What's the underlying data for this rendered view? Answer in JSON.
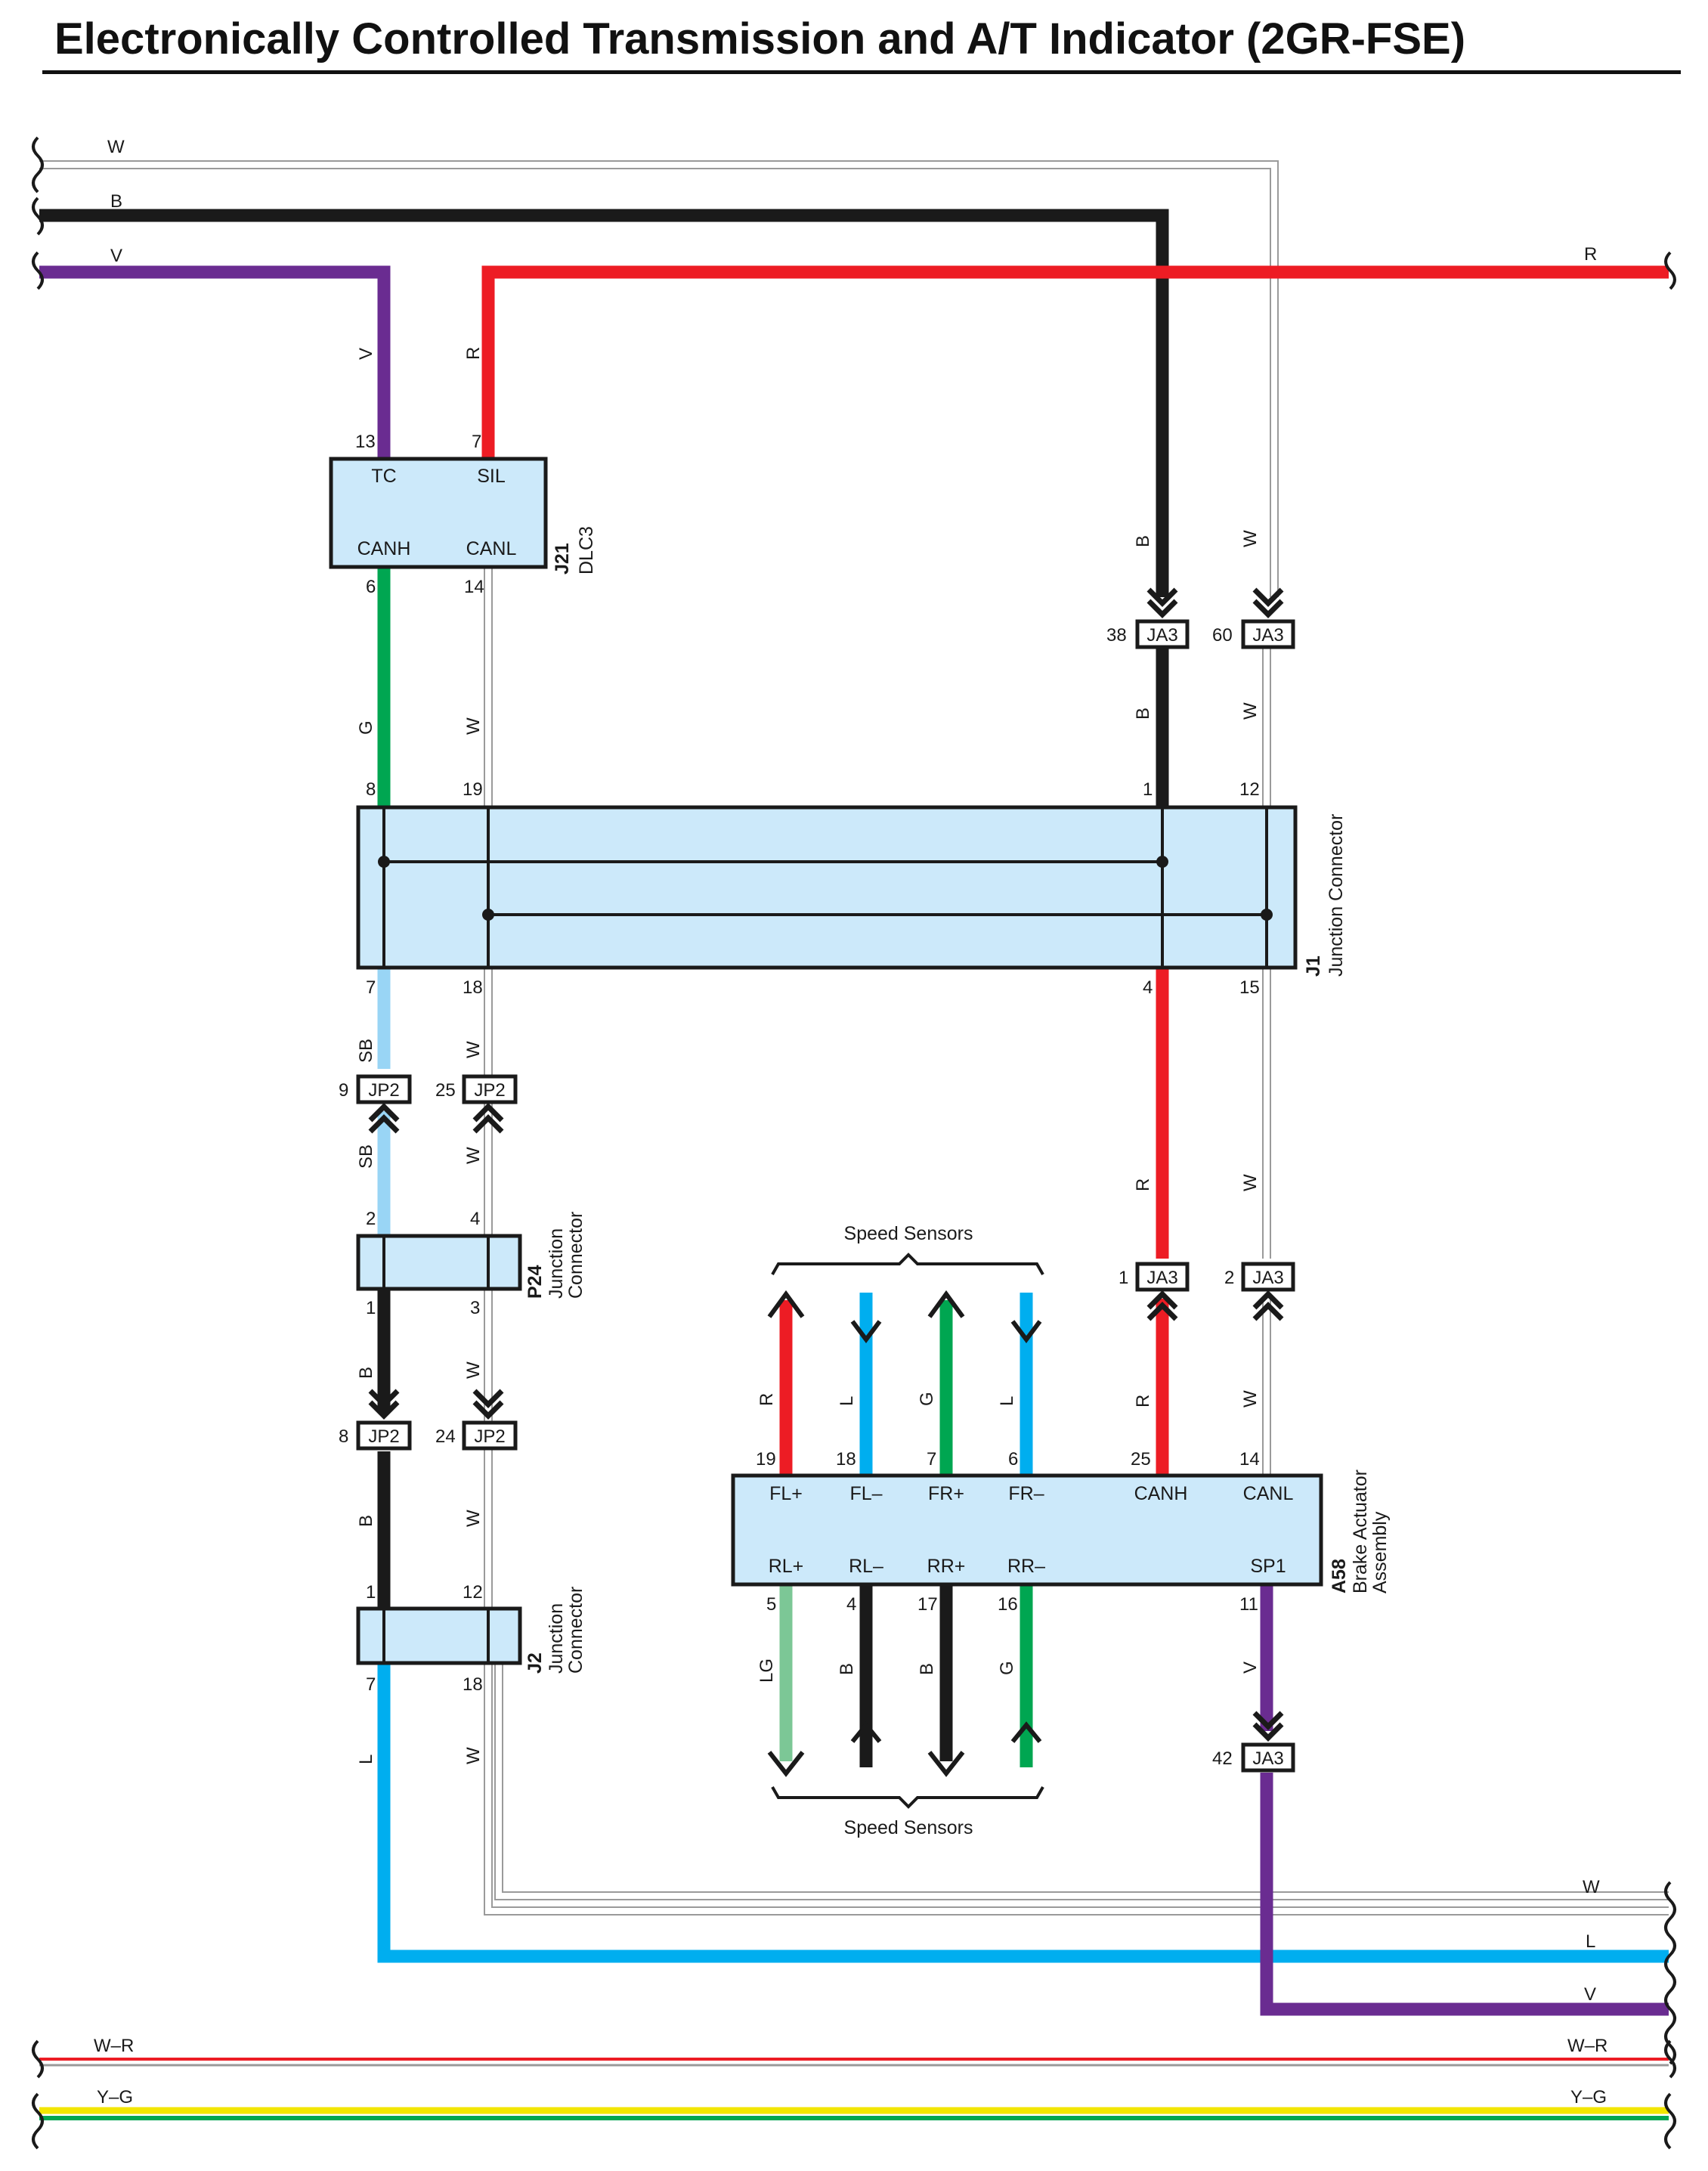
{
  "title": "Electronically Controlled Transmission and A/T Indicator (2GR-FSE)",
  "colors": {
    "W": "#d9d9d9",
    "B": "#1a1a1a",
    "V": "#6a2c91",
    "R": "#ed1c24",
    "G": "#00a651",
    "SB": "#99d5f5",
    "L": "#00aeef",
    "LG": "#7cc796",
    "Y": "#f2e600",
    "connector_fill": "#cce9fa",
    "outline": "#1a1a1a"
  },
  "wire_labels": {
    "top_w": "W",
    "top_b": "B",
    "top_v": "V",
    "top_r_right": "R",
    "v_to_j21": "V",
    "r_to_j21": "R",
    "b_to_ja3_38": "B",
    "w_to_ja3_60": "W",
    "g_j21_j1": "G",
    "w_j21_j1": "W",
    "b_ja3_j1": "B",
    "w_ja3_j1": "W",
    "sb_j1_jp2": "SB",
    "w_j1_jp2": "W",
    "sb_jp2_p24": "SB",
    "w_jp2_p24": "W",
    "b_p24_jp2": "B",
    "w_p24_jp2": "W",
    "b_jp2_j2": "B",
    "w_jp2_j2": "W",
    "l_from_j2": "L",
    "w_from_j2": "W",
    "r_j1_ja3": "R",
    "w_j1_ja3": "W",
    "r_ja3_a58": "R",
    "w_ja3_a58": "W",
    "fl_plus": "R",
    "fl_minus": "L",
    "fr_plus": "G",
    "fr_minus": "L",
    "rl_plus": "LG",
    "rl_minus": "B",
    "rr_plus": "B",
    "rr_minus": "G",
    "v_a58_ja3": "V",
    "bottom_w": "W",
    "bottom_l": "L",
    "bottom_v": "V",
    "wr_left": "W–R",
    "wr_right": "W–R",
    "yg_left": "Y–G",
    "yg_right": "Y–G"
  },
  "connectors": {
    "j21": {
      "code": "J21",
      "name": "DLC3",
      "terminals": {
        "tc": "TC",
        "sil": "SIL",
        "canh": "CANH",
        "canl": "CANL"
      },
      "pins": {
        "tc": "13",
        "sil": "7",
        "canh": "6",
        "canl": "14"
      }
    },
    "j1": {
      "code": "J1",
      "name": "Junction Connector",
      "pins": {
        "top_g": "8",
        "top_w": "19",
        "top_b": "1",
        "top_w2": "12",
        "bot_sb": "7",
        "bot_w": "18",
        "bot_r": "4",
        "bot_w2": "15"
      }
    },
    "p24": {
      "code": "P24",
      "name_line1": "Junction",
      "name_line2": "Connector",
      "pins": {
        "tl": "2",
        "tr": "4",
        "bl": "1",
        "br": "3"
      }
    },
    "j2": {
      "code": "J2",
      "name_line1": "Junction",
      "name_line2": "Connector",
      "pins": {
        "tl": "1",
        "tr": "12",
        "bl": "7",
        "br": "18"
      }
    },
    "a58": {
      "code": "A58",
      "name_line1": "Brake Actuator",
      "name_line2": "Assembly",
      "terminals_top": [
        "FL+",
        "FL–",
        "FR+",
        "FR–",
        "CANH",
        "CANL"
      ],
      "pins_top": [
        "19",
        "18",
        "7",
        "6",
        "25",
        "14"
      ],
      "terminals_bottom": [
        "RL+",
        "RL–",
        "RR+",
        "RR–",
        "SP1"
      ],
      "pins_bottom": [
        "5",
        "4",
        "17",
        "16",
        "11"
      ]
    },
    "ja3_38": {
      "label": "JA3",
      "pin": "38"
    },
    "ja3_60": {
      "label": "JA3",
      "pin": "60"
    },
    "ja3_1": {
      "label": "JA3",
      "pin": "1"
    },
    "ja3_2": {
      "label": "JA3",
      "pin": "2"
    },
    "ja3_42": {
      "label": "JA3",
      "pin": "42"
    },
    "jp2_9": {
      "label": "JP2",
      "pin": "9"
    },
    "jp2_25": {
      "label": "JP2",
      "pin": "25"
    },
    "jp2_8": {
      "label": "JP2",
      "pin": "8"
    },
    "jp2_24": {
      "label": "JP2",
      "pin": "24"
    }
  },
  "speed_sensors_top": "Speed Sensors",
  "speed_sensors_bottom": "Speed Sensors"
}
